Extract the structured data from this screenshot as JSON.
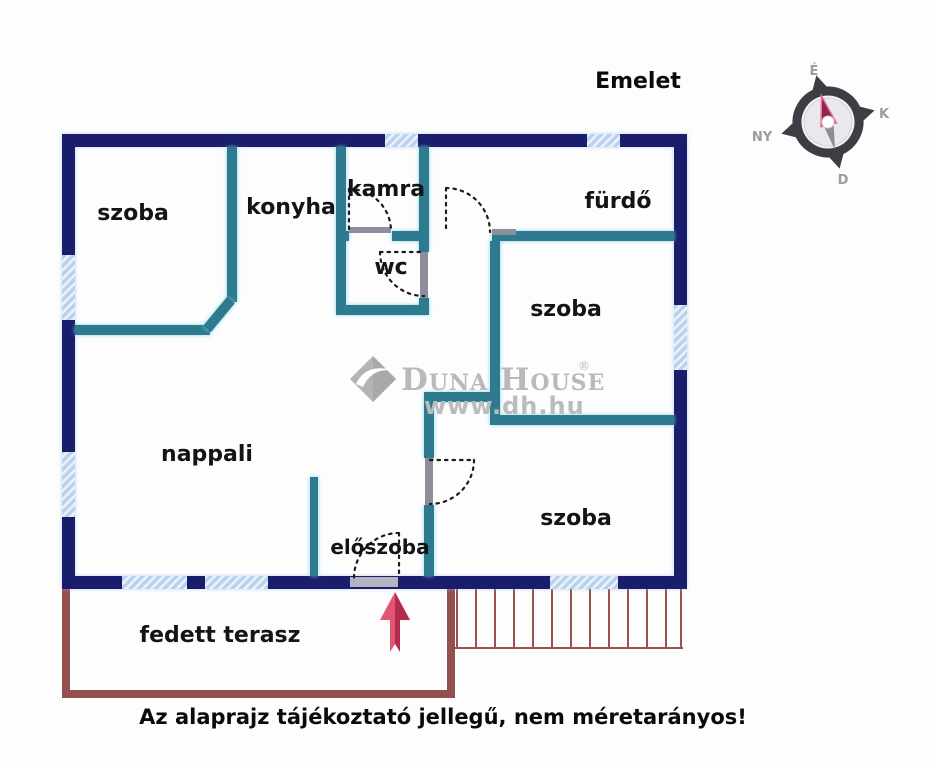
{
  "title": "Emelet",
  "disclaimer": "Az alaprajz tájékoztató jellegű, nem méretarányos!",
  "compass": {
    "north": "É",
    "east": "K",
    "south": "D",
    "west": "NY"
  },
  "watermark": {
    "brand": "Duna House",
    "registered": "®",
    "url": "www.dh.hu"
  },
  "rooms": [
    {
      "name": "szoba-top-left",
      "label": "szoba"
    },
    {
      "name": "konyha",
      "label": "konyha"
    },
    {
      "name": "kamra",
      "label": "kamra"
    },
    {
      "name": "furdo",
      "label": "fürdő"
    },
    {
      "name": "wc",
      "label": "wc"
    },
    {
      "name": "szoba-middle-right",
      "label": "szoba"
    },
    {
      "name": "nappali",
      "label": "nappali"
    },
    {
      "name": "eloszoba",
      "label": "előszoba"
    },
    {
      "name": "szoba-bottom-right",
      "label": "szoba"
    },
    {
      "name": "terrace",
      "label": "fedett terasz"
    }
  ],
  "colors": {
    "outer_wall": "#191d6b",
    "inner_wall": "#2e7a8e",
    "window_fill": "#b9d2ec",
    "terrace_wall": "#93504e",
    "entrance_arrow": "#c72e54",
    "door_leaf_gray": "#8d8d9c",
    "watermark_gray": "#b9b9b9"
  }
}
